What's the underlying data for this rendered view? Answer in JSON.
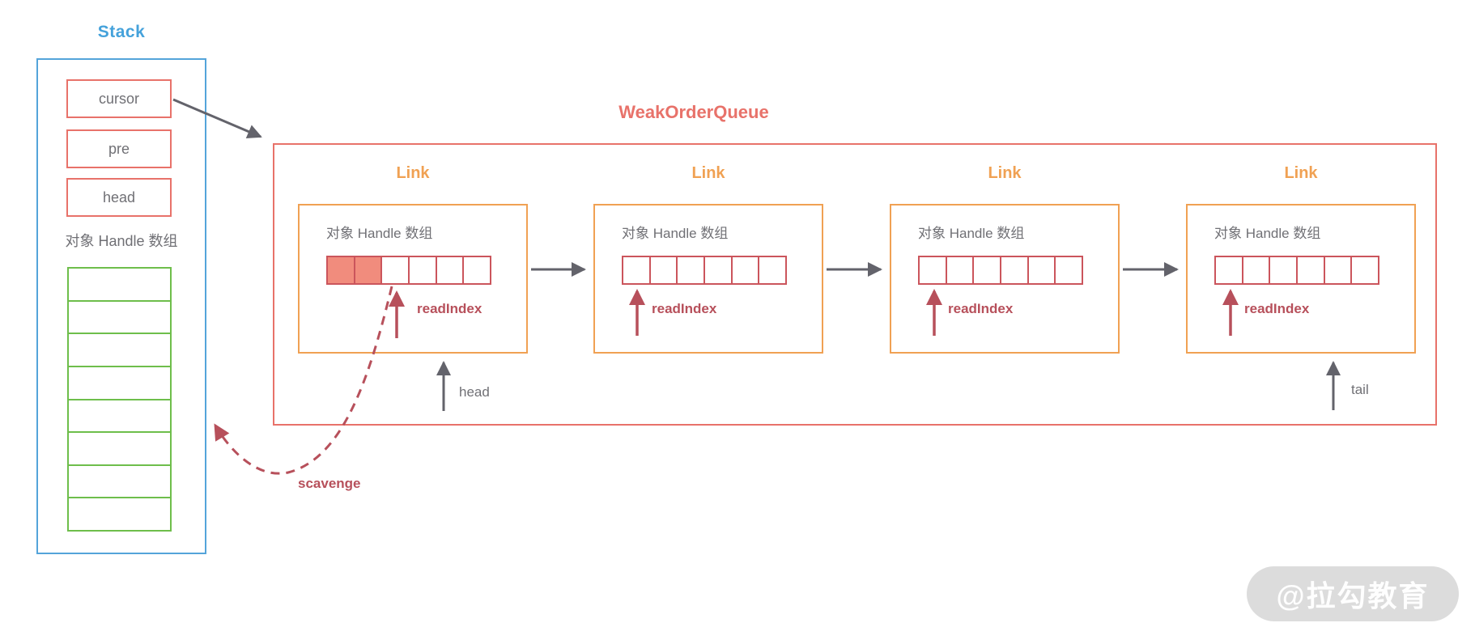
{
  "stack": {
    "title": "Stack",
    "fields": [
      "cursor",
      "pre",
      "head"
    ],
    "array_label": "对象 Handle 数组",
    "array_rows": 8
  },
  "queue": {
    "title": "WeakOrderQueue",
    "head_label": "head",
    "tail_label": "tail",
    "links": [
      {
        "title": "Link",
        "array_label": "对象 Handle 数组",
        "cells": 6,
        "filled_cells": 2,
        "read_index_cell": 2,
        "read_index_label": "readIndex"
      },
      {
        "title": "Link",
        "array_label": "对象 Handle 数组",
        "cells": 6,
        "filled_cells": 0,
        "read_index_cell": 0,
        "read_index_label": "readIndex"
      },
      {
        "title": "Link",
        "array_label": "对象 Handle 数组",
        "cells": 6,
        "filled_cells": 0,
        "read_index_cell": 0,
        "read_index_label": "readIndex"
      },
      {
        "title": "Link",
        "array_label": "对象 Handle 数组",
        "cells": 6,
        "filled_cells": 0,
        "read_index_cell": 0,
        "read_index_label": "readIndex"
      }
    ]
  },
  "scavenge_label": "scavenge",
  "watermark": "@拉勾教育",
  "colors": {
    "stack_blue": "#54A4DA",
    "queue_red": "#E8726A",
    "link_orange": "#F0A153",
    "cell_border_red": "#CB555C",
    "cell_fill_salmon": "#F18C7D",
    "pointer_dark_red": "#B7505B",
    "arrow_gray": "#63636B",
    "text_gray": "#707075",
    "array_green": "#6EBE4B"
  }
}
